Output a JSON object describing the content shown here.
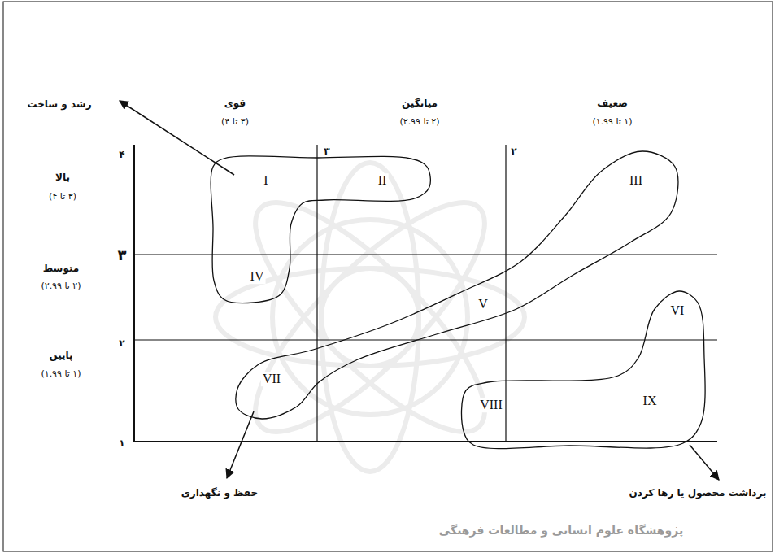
{
  "diagram": {
    "nodes": [
      {
        "text": [
          "I",
          "II",
          "IV"
        ]
      },
      {
        "text": [
          "III",
          "V",
          "VII"
        ]
      },
      {
        "text": [
          "VI",
          "VIII",
          "IX"
        ]
      }
    ],
    "labels": [
      "رشد و ساخت",
      "قوی",
      "(۳ تا ۴)",
      "میانگین",
      "(۲ تا ۲.۹۹)",
      "ضعیف",
      "(۱ تا ۱.۹۹)",
      "۳",
      "۲",
      "۴",
      "بالا",
      "(۳ تا ۴)",
      "۳",
      "متوسط",
      "(۲ تا ۲.۹۹)",
      "۲",
      "پایین",
      "(۱ تا ۱.۹۹)",
      "۱",
      "حفظ و نگهداری",
      "برداشت محصول یا رها کردن",
      "پژوهشگاه علوم انسانی و مطالعات فرهنگی"
    ]
  }
}
